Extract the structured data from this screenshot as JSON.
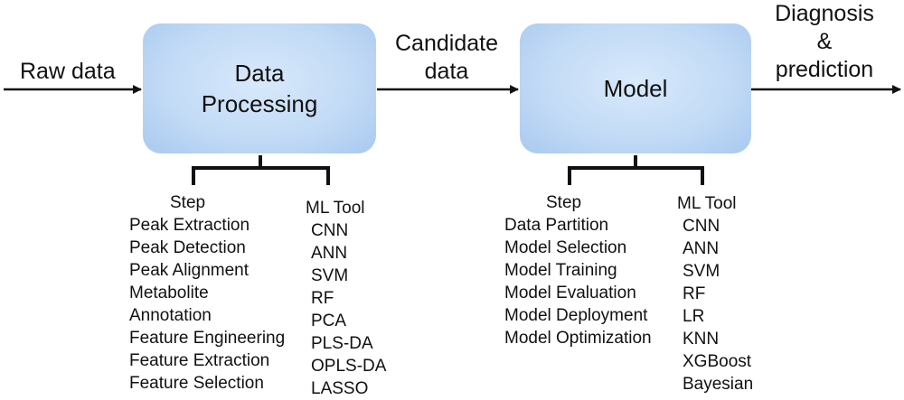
{
  "flow": {
    "input_label": "Raw data",
    "box1_line1": "Data",
    "box1_line2": "Processing",
    "middle_line1": "Candidate",
    "middle_line2": "data",
    "box2_label": "Model",
    "output_line1": "Diagnosis",
    "output_line2": "&",
    "output_line3": "prediction"
  },
  "processing": {
    "step_header": "Step",
    "steps": [
      "Peak Extraction",
      "Peak Detection",
      "Peak Alignment",
      "Metabolite",
      "Annotation",
      "Feature Engineering",
      "Feature Extraction",
      "Feature Selection"
    ],
    "tool_header": "ML Tool",
    "tools": [
      "CNN",
      "ANN",
      "SVM",
      "RF",
      "PCA",
      "PLS-DA",
      "OPLS-DA",
      "LASSO"
    ]
  },
  "model": {
    "step_header": "Step",
    "steps": [
      "Data Partition",
      "Model Selection",
      "Model Training",
      "Model Evaluation",
      "Model Deployment",
      "Model Optimization"
    ],
    "tool_header": "ML Tool",
    "tools": [
      "CNN",
      "ANN",
      "SVM",
      "RF",
      "LR",
      "KNN",
      "XGBoost",
      "Bayesian"
    ]
  }
}
